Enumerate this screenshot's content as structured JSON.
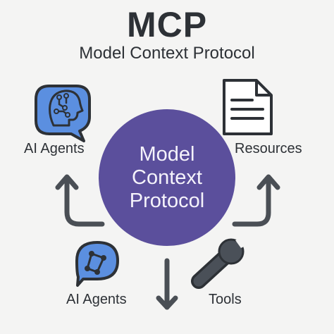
{
  "header": {
    "title": "MCP",
    "subtitle": "Model Context Protocol"
  },
  "hub": {
    "lines": [
      "Model",
      "Context",
      "Protocol"
    ]
  },
  "nodes": {
    "top_left_label": "AI Agents",
    "top_right_label": "Resources",
    "bottom_left_label": "AI Agents",
    "bottom_right_label": "Tools"
  },
  "icons": {
    "top_left": "head-circuit-speech-bubble-icon",
    "top_right": "document-icon",
    "bottom_left": "network-speech-bubble-icon",
    "bottom_right": "wrench-icon"
  },
  "colors": {
    "background": "#f4f4f3",
    "hub": "#5b4f9c",
    "icon_fill": "#5b8fe0",
    "outline": "#2d3136",
    "arrow": "#4a4f55"
  }
}
